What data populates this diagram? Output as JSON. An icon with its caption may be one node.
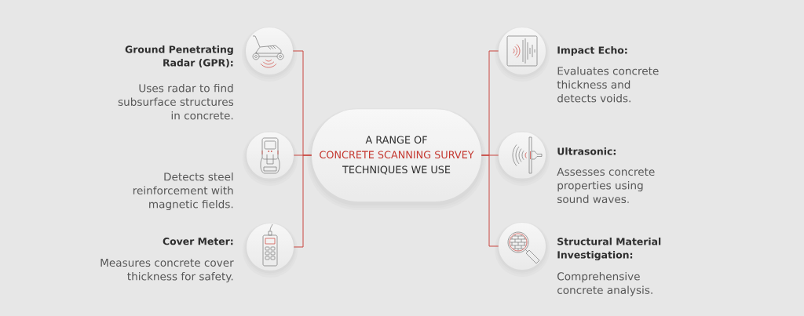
{
  "diagram": {
    "nodes": [
      {
        "text": [
          "A RANGE OF",
          "CONCRETE SCANNING SURVEY",
          "TECHNIQUES WE USE"
        ]
      },
      {
        "text": [],
        "shape": "picture",
        "beside": [
          "Ground Penetrating Radar (GPR):",
          "Uses radar to find subsurface structures in concrete."
        ]
      },
      {
        "text": [],
        "shape": "picture",
        "beside": [
          "Detects steel reinforcement with magnetic fields."
        ]
      },
      {
        "text": [],
        "shape": "picture",
        "beside": [
          "Cover Meter:",
          "Measures concrete cover thickness for safety."
        ]
      },
      {
        "text": [],
        "shape": "picture",
        "beside": [
          "Impact Echo:",
          "Evaluates concrete thickness and detects voids."
        ]
      },
      {
        "text": [],
        "shape": "picture",
        "beside": [
          "Ultrasonic:",
          "Assesses concrete properties using sound waves."
        ]
      },
      {
        "text": [],
        "shape": "picture",
        "beside": [
          "Structural Material Investigation:",
          "Comprehensive concrete analysis."
        ]
      }
    ],
    "edges": [
      {
        "from": 0,
        "to": 1,
        "arrow": "none"
      },
      {
        "from": 0,
        "to": 2,
        "arrow": "none"
      },
      {
        "from": 0,
        "to": 3,
        "arrow": "none"
      },
      {
        "from": 0,
        "to": 4,
        "arrow": "none"
      },
      {
        "from": 0,
        "to": 5,
        "arrow": "none"
      },
      {
        "from": 0,
        "to": 6,
        "arrow": "none"
      }
    ]
  }
}
